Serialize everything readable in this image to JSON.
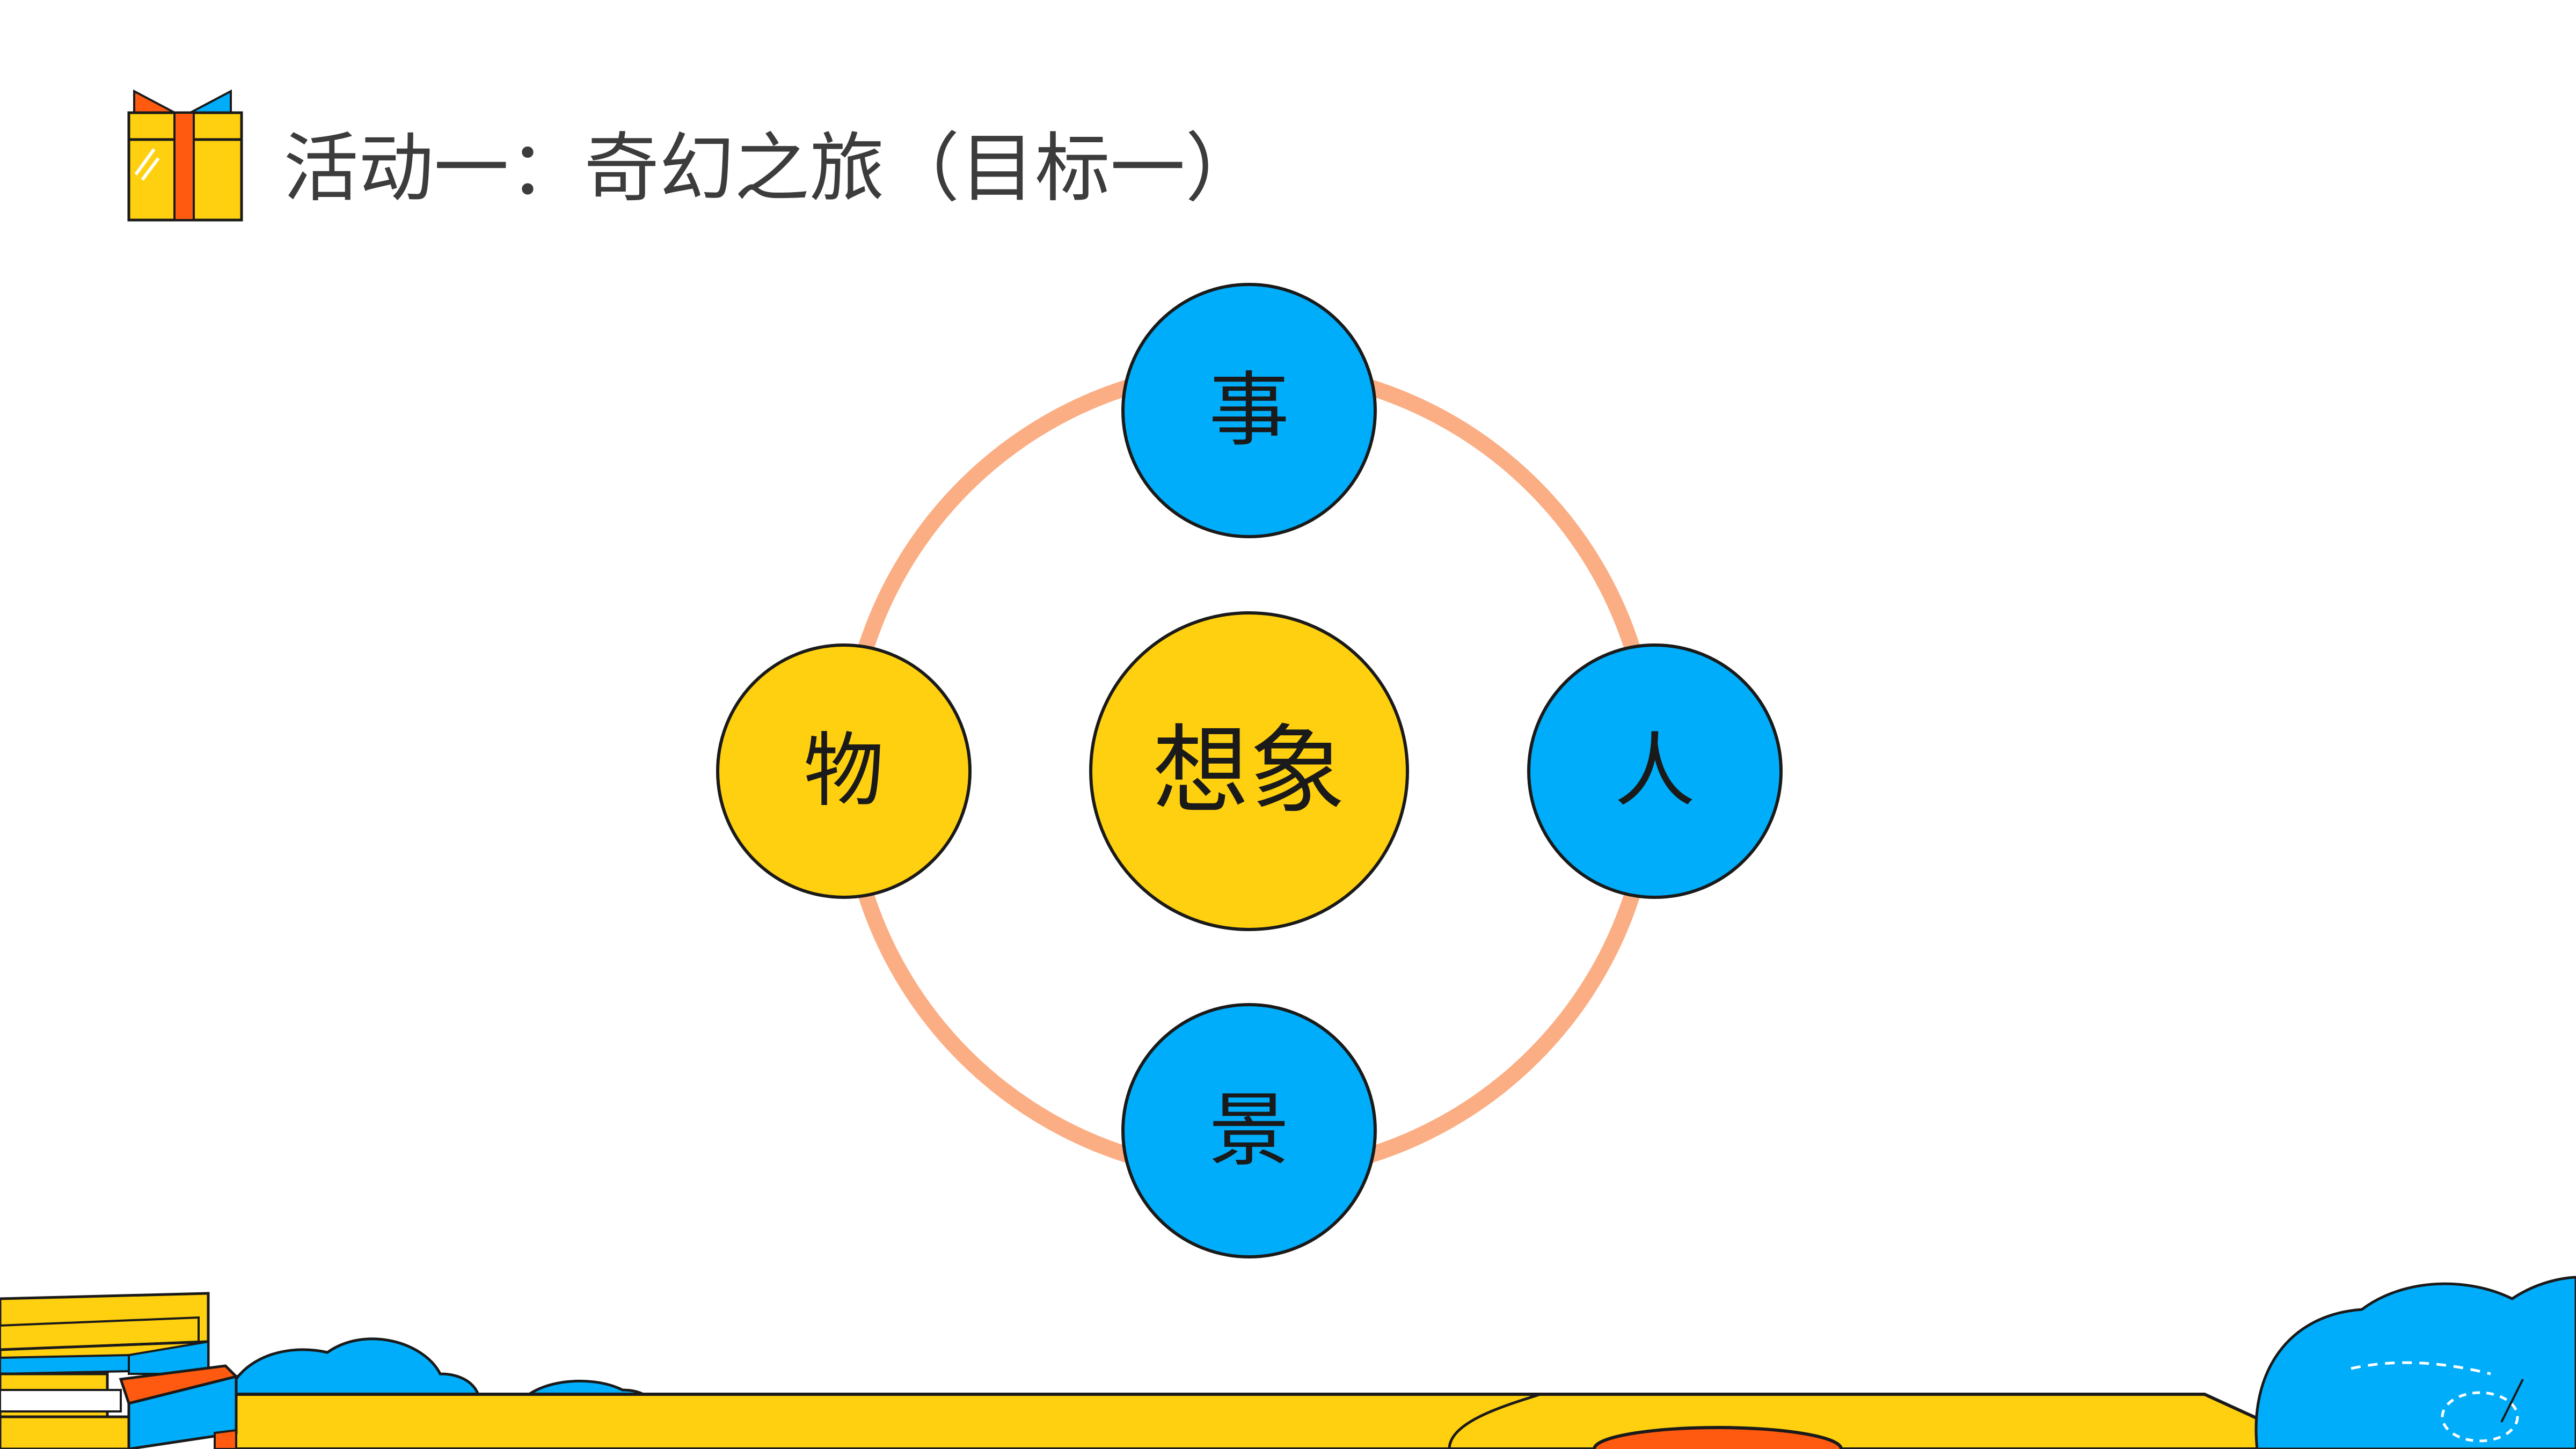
{
  "slide": {
    "title": "活动一：奇幻之旅（目标一）"
  },
  "diagram": {
    "center": {
      "label": "想象",
      "color": "#FFD00F"
    },
    "nodes": [
      {
        "id": "top",
        "label": "事",
        "color": "#00ADFA"
      },
      {
        "id": "right",
        "label": "人",
        "color": "#00ADFA"
      },
      {
        "id": "bottom",
        "label": "景",
        "color": "#00ADFA"
      },
      {
        "id": "left",
        "label": "物",
        "color": "#FFD00F"
      }
    ],
    "ring_color": "#FBAE84"
  },
  "icons": {
    "header": "gift-box-icon",
    "decor": [
      "book-stack",
      "cloud",
      "yellow-table",
      "orange-ellipse"
    ]
  },
  "palette": {
    "yellow": "#FFD00F",
    "blue": "#00ADFA",
    "orange": "#FF5A0F",
    "peach": "#FBAE84",
    "outline": "#1a1a1a"
  }
}
